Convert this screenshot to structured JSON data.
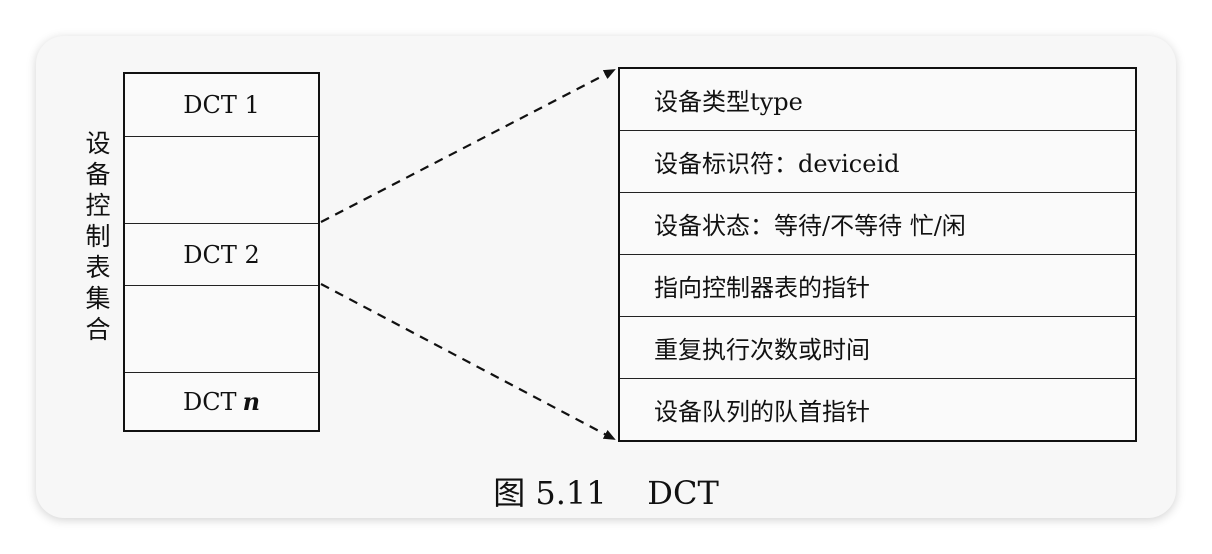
{
  "diagram": {
    "side_label": [
      "设",
      "备",
      "控",
      "制",
      "表",
      "集",
      "合"
    ],
    "left_cells": [
      {
        "text": "DCT 1",
        "italic_suffix": ""
      },
      {
        "text": "",
        "italic_suffix": ""
      },
      {
        "text": "DCT 2",
        "italic_suffix": ""
      },
      {
        "text": "",
        "italic_suffix": ""
      },
      {
        "text": "DCT",
        "italic_suffix": "n"
      }
    ],
    "right_cells": [
      "设备类型type",
      "设备标识符：deviceid",
      "设备状态：等待/不等待  忙/闲",
      "指向控制器表的指针",
      "重复执行次数或时间",
      "设备队列的队首指针"
    ],
    "caption": "图 5.11    DCT"
  }
}
